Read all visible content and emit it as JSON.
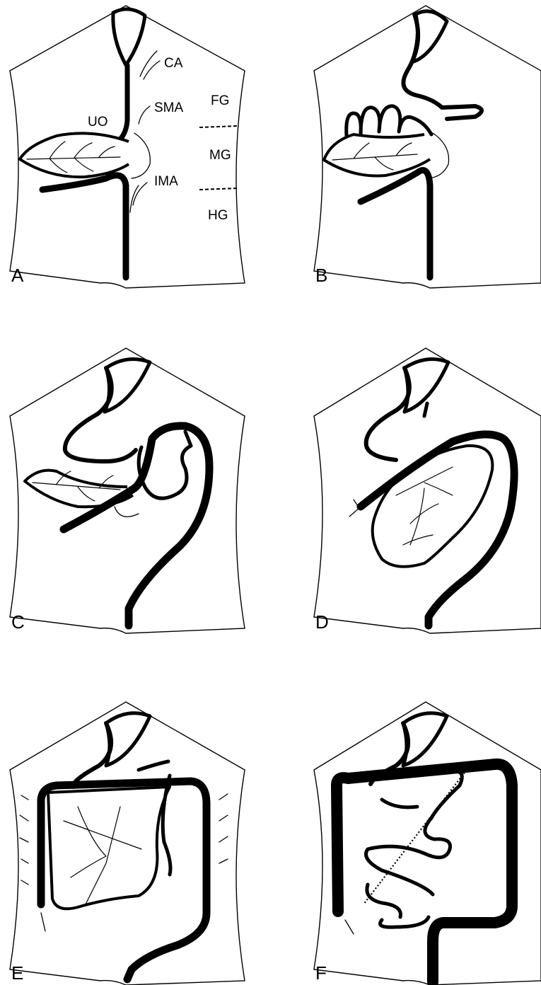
{
  "panels": [
    {
      "letter": "A"
    },
    {
      "letter": "B"
    },
    {
      "letter": "C"
    },
    {
      "letter": "D"
    },
    {
      "letter": "E"
    },
    {
      "letter": "F"
    }
  ],
  "annotations": {
    "ca": "CA",
    "sma": "SMA",
    "uo": "UO",
    "ima": "IMA",
    "fg": "FG",
    "mg": "MG",
    "hg": "HG"
  }
}
